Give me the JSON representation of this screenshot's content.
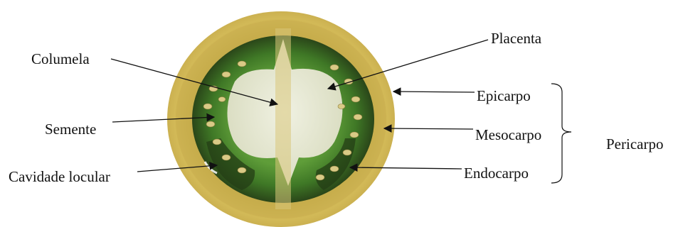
{
  "labels": {
    "columela": "Columela",
    "semente": "Semente",
    "cavidade_locular": "Cavidade locular",
    "placenta": "Placenta",
    "epicarpo": "Epicarpo",
    "mesocarpo": "Mesocarpo",
    "endocarpo": "Endocarpo",
    "pericarpo": "Pericarpo"
  },
  "colors": {
    "skin_outer": "#c9b24a",
    "skin_mid": "#d4ba58",
    "green_flesh": "#4f8a2e",
    "dark_flesh": "#2e4a1c",
    "center": "#e8ead6",
    "seed": "#d8c884"
  }
}
